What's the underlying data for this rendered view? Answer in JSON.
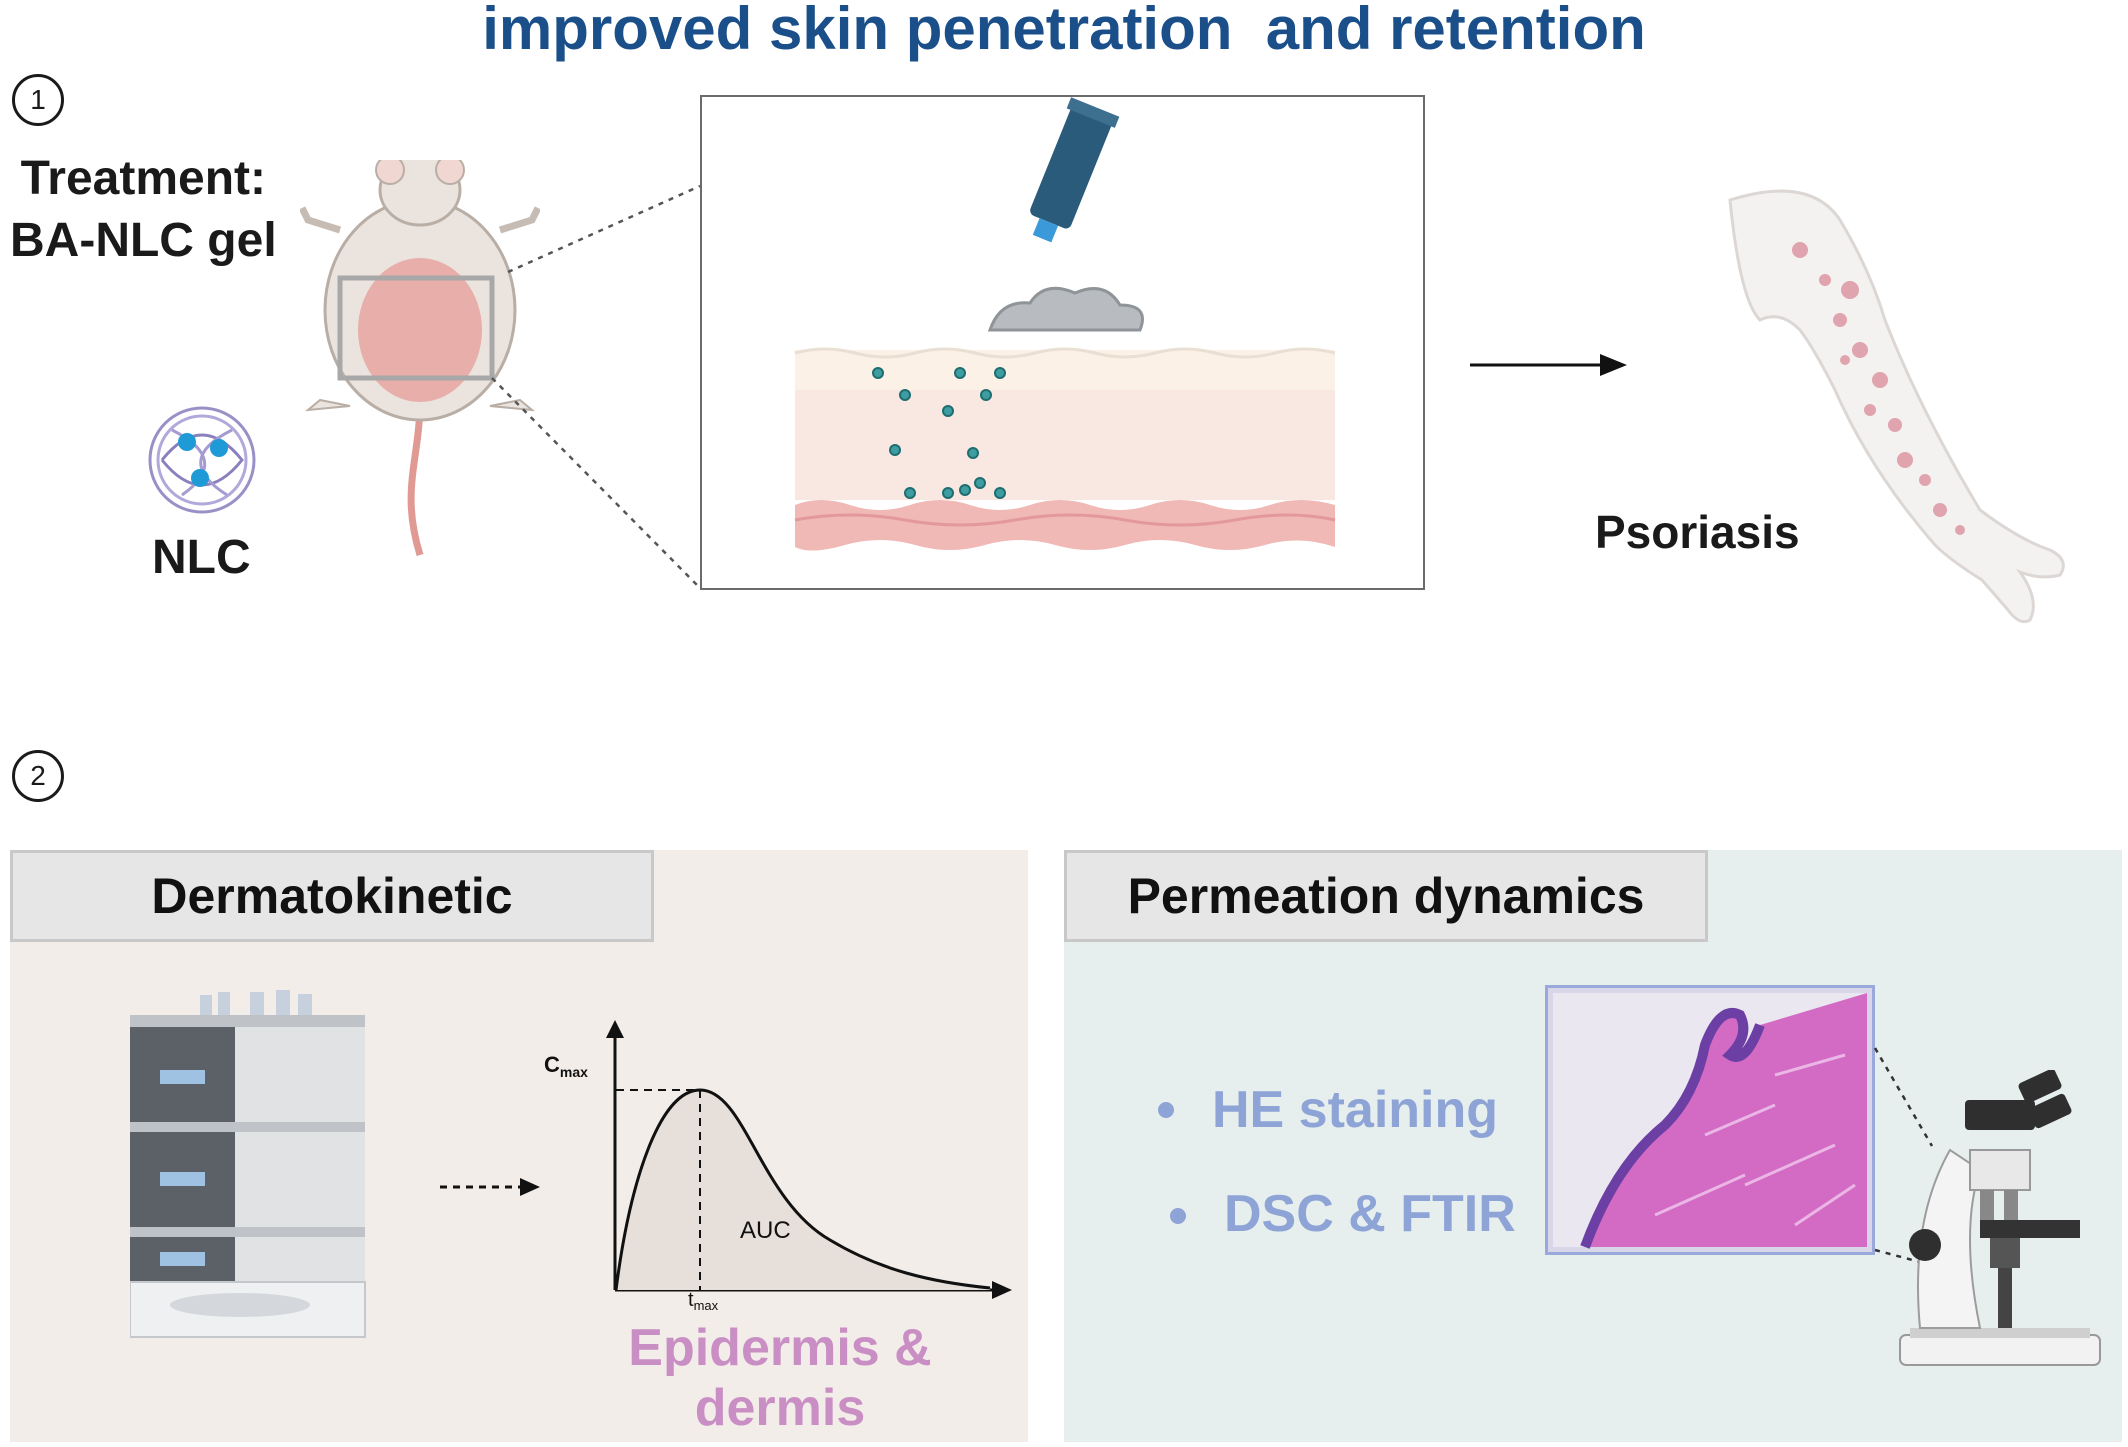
{
  "title": "improved skin penetration  and retention",
  "step1": {
    "number": "1",
    "treatment_line1": "Treatment:",
    "treatment_line2": "BA-NLC gel",
    "nlc_label": "NLC",
    "psoriasis_label": "Psoriasis"
  },
  "step2": {
    "number": "2"
  },
  "dermatokinetic": {
    "header": "Dermatokinetic",
    "chart_labels": {
      "cmax": "C",
      "cmax_sub": "max",
      "tmax": "t",
      "tmax_sub": "max",
      "auc": "AUC"
    },
    "target_line1": "Epidermis &",
    "target_line2": "dermis"
  },
  "permeation": {
    "header": "Permeation dynamics",
    "bullets": [
      "HE staining",
      "DSC & FTIR"
    ]
  },
  "colors": {
    "title": "#1b4f8a",
    "epidermis_text": "#c98fc4",
    "bullet_text": "#8ea3d6",
    "left_panel_bg": "#f3ede9",
    "right_panel_bg": "#e6efed"
  }
}
